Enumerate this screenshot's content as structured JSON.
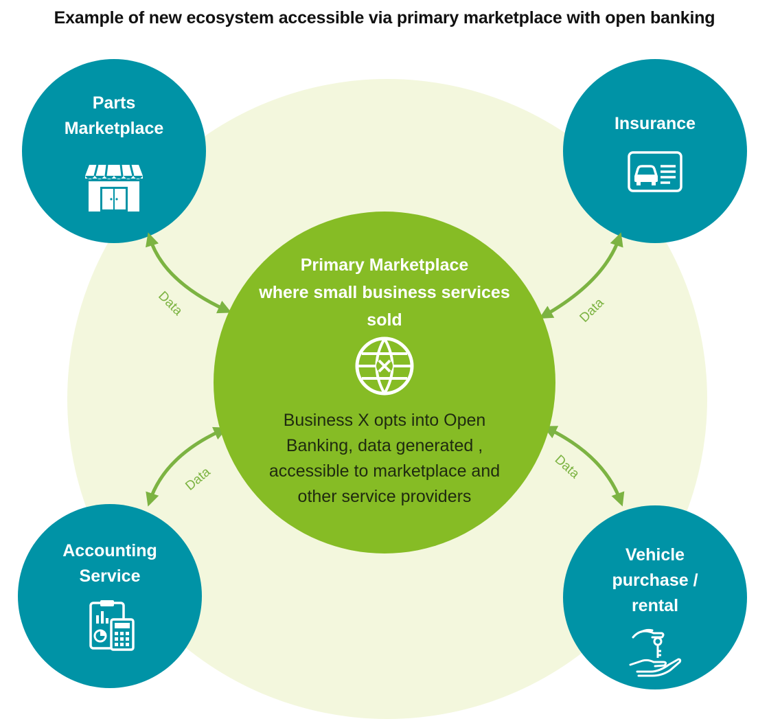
{
  "title": "Example of new ecosystem accessible via primary marketplace with open banking",
  "colors": {
    "teal": "#0093a6",
    "green": "#86bc25",
    "light_green": "#f3f7dd",
    "arrow_green": "#7cb342"
  },
  "nodes": {
    "parts": {
      "label": "Parts\nMarketplace",
      "icon": "storefront-icon"
    },
    "insurance": {
      "label": "Insurance",
      "icon": "car-insurance-card-icon"
    },
    "accounting": {
      "label": "Accounting\nService",
      "icon": "clipboard-calculator-icon"
    },
    "vehicle": {
      "label": "Vehicle\npurchase /\nrental",
      "icon": "hand-key-icon"
    }
  },
  "center": {
    "title": "Primary Marketplace\nwhere small business services\nsold",
    "icon": "globe-icon",
    "body": "Business X opts into Open\nBanking, data generated ,\naccessible to marketplace and\nother service providers"
  },
  "arrows": {
    "top_left": "Data",
    "top_right": "Data",
    "bottom_left": "Data",
    "bottom_right": "Data"
  }
}
